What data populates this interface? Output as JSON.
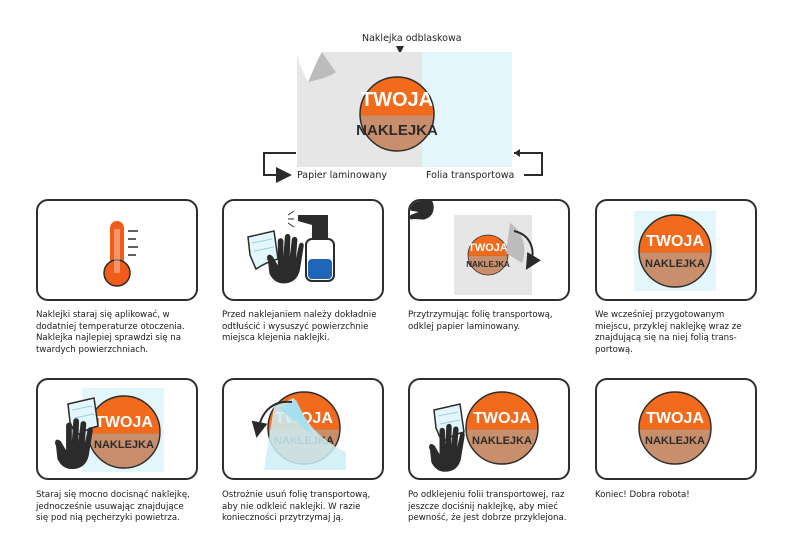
{
  "header": {
    "top_label": "Naklejka odblaskowa",
    "left_label": "Papier laminowany",
    "right_label": "Folia transportowa",
    "sticker_text_top": "TWOJA",
    "sticker_text_bottom": "NAKLEJKA"
  },
  "colors": {
    "orange": "#f26a1b",
    "dark": "#2b2b2b",
    "light_blue": "#e3f6fb",
    "grey_paper": "#e6e6e6",
    "thermo_red": "#f25c1b",
    "bottle_blue": "#1f66b8"
  },
  "steps": [
    {
      "icon": "thermometer-icon",
      "lines": [
        "Naklejki staraj się aplikować, w",
        "dodatniej temperaturze otoczenia.",
        "Naklejka najlepiej sprawdzi się na",
        "twardych powierzchniach."
      ]
    },
    {
      "icon": "spray-bottle-icon",
      "lines": [
        "Przed naklejaniem należy dokładnie",
        "odtłuścić i wysuszyć powierzchnie",
        "miejsca klejenia naklejki."
      ]
    },
    {
      "icon": "peel-paper-icon",
      "lines": [
        "Przytrzymując folię transportową,",
        "odklej papier laminowany."
      ]
    },
    {
      "icon": "sticker-on-film-icon",
      "lines": [
        "We wcześniej przygotowanym",
        "miejscu, przyklej naklejkę wraz ze",
        "znajdującą się na niej folią trans-",
        "portową."
      ]
    },
    {
      "icon": "press-sticker-icon",
      "lines": [
        "Staraj się mocno docisnąć naklejkę,",
        "jednocześnie usuwając znajdujące",
        "się pod nią pęcherzyki powietrza."
      ]
    },
    {
      "icon": "remove-film-icon",
      "lines": [
        "Ostrożnie usuń folię transportową,",
        "aby nie odkleić naklejki. W razie",
        "konieczności przytrzymaj ją."
      ]
    },
    {
      "icon": "press-again-icon",
      "lines": [
        "Po odklejeniu folii transportowej, raz",
        "jeszcze dociśnij naklejkę, aby mieć",
        "pewność, że jest dobrze przyklejona."
      ]
    },
    {
      "icon": "finished-sticker-icon",
      "lines": [
        "Koniec! Dobra robota!"
      ]
    }
  ]
}
